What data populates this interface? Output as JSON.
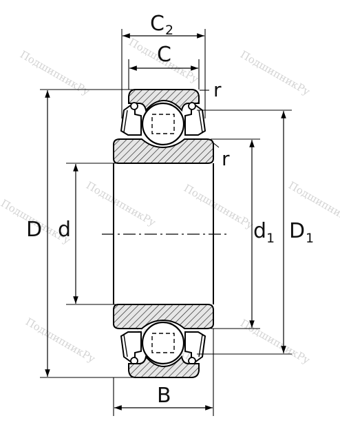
{
  "labels": {
    "c2": "C",
    "c2_sub": "2",
    "c": "C",
    "r_top": "r",
    "r_mid": "r",
    "D": "D",
    "d": "d",
    "d1": "d",
    "d1_sub": "1",
    "D1": "D",
    "D1_sub": "1",
    "B": "B"
  },
  "watermark": "ПодшипникРу",
  "colors": {
    "line": "#000000",
    "hatch": "#222222",
    "watermark": "#d4d4d4",
    "background": "#ffffff"
  }
}
